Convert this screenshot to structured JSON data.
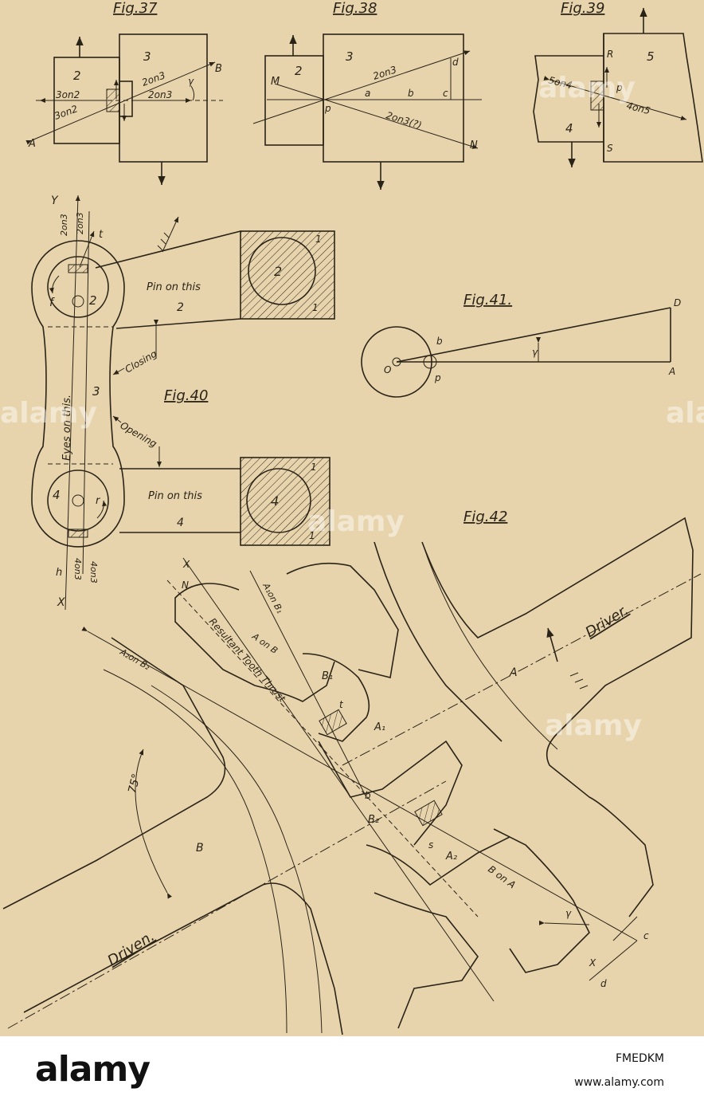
{
  "figures": {
    "fig37": {
      "title": "Fig.37",
      "labels": {
        "body_left": "2",
        "body_right": "3",
        "three_on_two_upper": "3on2",
        "three_on_two_lower": "3on2",
        "two_on_three_upper": "2on3",
        "two_on_three_lower": "2on3",
        "A": "A",
        "B": "B",
        "gamma": "γ"
      }
    },
    "fig38": {
      "title": "Fig.38",
      "labels": {
        "body_left": "2",
        "body_right": "3",
        "M": "M",
        "N": "N",
        "p": "p",
        "a": "a",
        "b": "b",
        "c": "c",
        "d": "d",
        "two_on_three": "2on3",
        "two_on_three_q": "2on3(?)"
      }
    },
    "fig39": {
      "title": "Fig.39",
      "labels": {
        "body_upper": "5",
        "body_lower": "4",
        "R": "R",
        "S": "S",
        "p": "p",
        "five_on_four": "5on4",
        "four_on_five": "4on5"
      }
    },
    "fig40": {
      "title": "Fig.40",
      "labels": {
        "Y": "Y",
        "X": "X",
        "two_on_three_a": "2on3",
        "two_on_three_b": "2on3",
        "t": "t",
        "f": "f",
        "pin2": "2",
        "link": "3",
        "pin4": "4",
        "r": "r",
        "h": "h",
        "four_on_three_a": "4on3",
        "four_on_three_b": "4on3",
        "pin_on_this_upper": "Pin on this",
        "pin_on_this_upper_num": "2",
        "pin_on_this_lower": "Pin on this",
        "pin_on_this_lower_num": "4",
        "block2": "2",
        "block4": "4",
        "closing": "Closing",
        "opening": "Opening",
        "eyes_on_this": "Eyes on this.",
        "one_a": "1",
        "one_b": "1",
        "one_c": "1",
        "one_d": "1"
      }
    },
    "fig41": {
      "title": "Fig.41.",
      "labels": {
        "O": "O",
        "b": "b",
        "p": "p",
        "D": "D",
        "A": "A",
        "gamma": "γ"
      }
    },
    "fig42": {
      "title": "Fig.42",
      "labels": {
        "X_top": "X",
        "N": "N",
        "A_on_B1": "A₁on B₁",
        "A_on_B": "A on B",
        "resultant": "Resultant Tooth Thrust",
        "A_on_B2": "A₂on B₂",
        "B1": "B₁",
        "A1": "A₁",
        "t": "t",
        "b": "b",
        "B2": "B₂",
        "s": "s",
        "A2": "A₂",
        "B_on_A": "B on A",
        "c": "c",
        "d": "d",
        "X_bottom": "X",
        "A": "A",
        "B": "B",
        "driver": "Driver.",
        "driven": "Driven.",
        "angle": "75°",
        "gamma": "γ"
      }
    }
  },
  "watermark": "alamy",
  "footer": {
    "logo": "alamy",
    "image_id": "FMEDKM",
    "site": "www.alamy.com"
  }
}
